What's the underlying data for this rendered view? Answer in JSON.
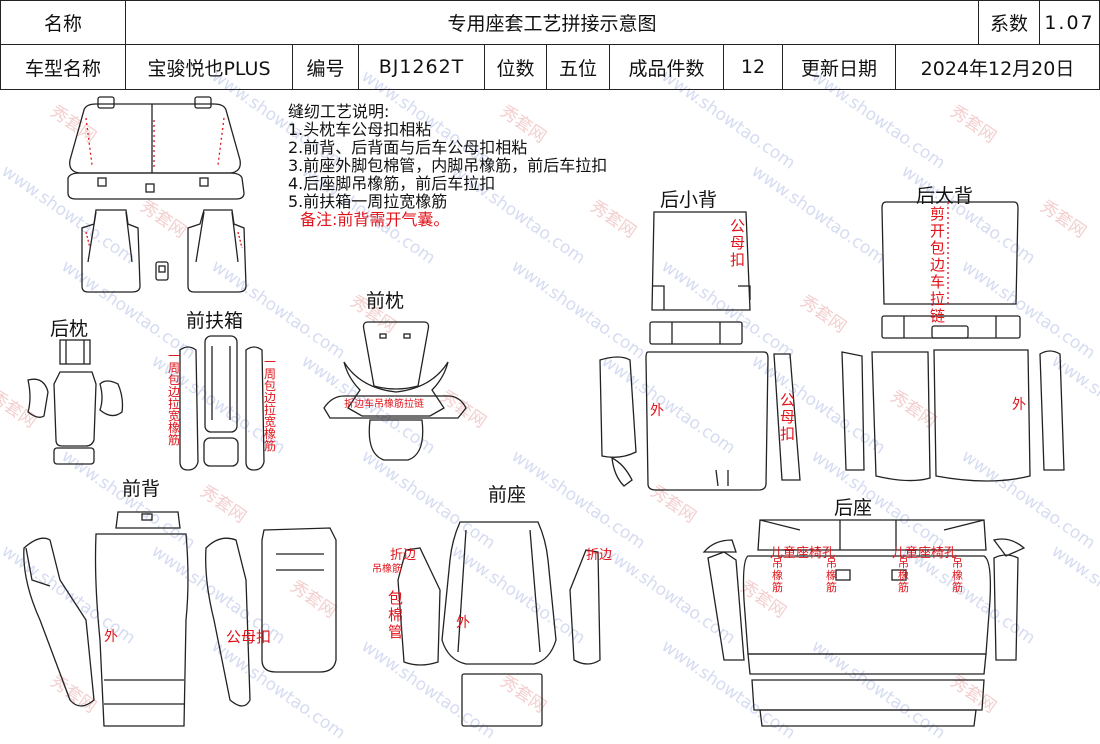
{
  "header": {
    "row1": {
      "name_label": "名称",
      "title": "专用座套工艺拼接示意图",
      "coef_label": "系数",
      "coef_value": "1.07"
    },
    "row2": {
      "model_label": "车型名称",
      "model_value": "宝骏悦也PLUS",
      "code_label": "编号",
      "code_value": "BJ1262T",
      "seats_label": "位数",
      "seats_value": "五位",
      "pieces_label": "成品件数",
      "pieces_value": "12",
      "date_label": "更新日期",
      "date_value": "2024年12月20日"
    }
  },
  "notes": {
    "heading": "缝纫工艺说明:",
    "items": [
      "1.头枕车公母扣相粘",
      "2.前背、后背面与后车公母扣相粘",
      "3.前座外脚包棉管，内脚吊橡筋，前后车拉扣",
      "4.后座脚吊橡筋，前后车拉扣",
      "5.前扶箱一周拉宽橡筋"
    ],
    "remark": "备注:前背需开气囊。"
  },
  "sections": {
    "rear_headrest": "后枕",
    "front_armrest": "前扶箱",
    "front_headrest": "前枕",
    "rear_small_back": "后小背",
    "rear_big_back": "后大背",
    "front_back": "前背",
    "front_seat": "前座",
    "rear_seat": "后座"
  },
  "annotations": {
    "armrest_left": "一周包边拉宽橡筋",
    "armrest_right": "一周包边拉宽橡筋",
    "headrest_front": "折边车吊橡筋拉链",
    "small_back_snap": "公母扣",
    "small_back_side_snap": "公母扣",
    "small_back_outer": "外",
    "big_back_cut": "剪开包边车拉链",
    "big_back_outer": "外",
    "front_back_outer": "外",
    "front_back_snap": "公母扣",
    "front_seat_fold_l": "折边",
    "front_seat_elastic": "吊橡筋",
    "front_seat_tube": "包棉管",
    "front_seat_outer": "外",
    "front_seat_fold_r": "折边",
    "rear_seat_child_l": "儿童座椅孔",
    "rear_seat_child_r": "儿童座椅孔",
    "rear_seat_elastic": "吊橡筋"
  },
  "watermark": {
    "site": "www.showtao.com",
    "brand": "秀套网"
  },
  "colors": {
    "line": "#222222",
    "accent": "#e0141b",
    "watermark": "#cfd6f0"
  }
}
